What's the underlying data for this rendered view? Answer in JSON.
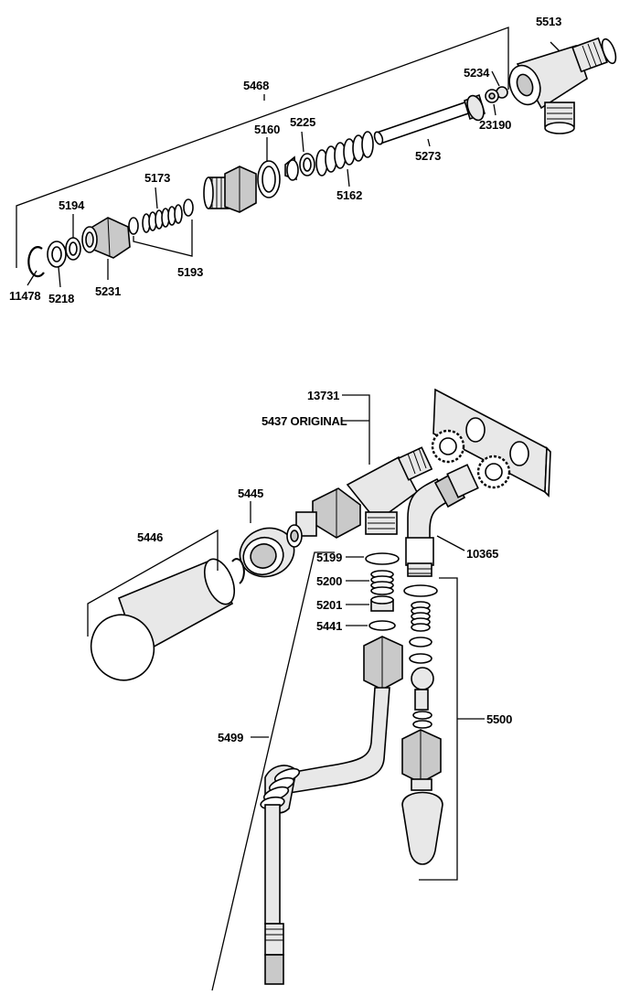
{
  "diagram": {
    "top_assembly": {
      "labels": {
        "p5513": "5513",
        "p5234": "5234",
        "p5468": "5468",
        "p5225": "5225",
        "p5160": "5160",
        "p23190": "23190",
        "p5273": "5273",
        "p5173": "5173",
        "p5162": "5162",
        "p5194": "5194",
        "p11478": "11478",
        "p5218": "5218",
        "p5231": "5231",
        "p5193": "5193"
      }
    },
    "bottom_assembly": {
      "labels": {
        "p13731": "13731",
        "p5437": "5437 ORIGINAL",
        "p5445": "5445",
        "p5446": "5446",
        "p10365": "10365",
        "p5199": "5199",
        "p5200": "5200",
        "p5201": "5201",
        "p5441": "5441",
        "p5499": "5499",
        "p5500": "5500"
      }
    }
  }
}
